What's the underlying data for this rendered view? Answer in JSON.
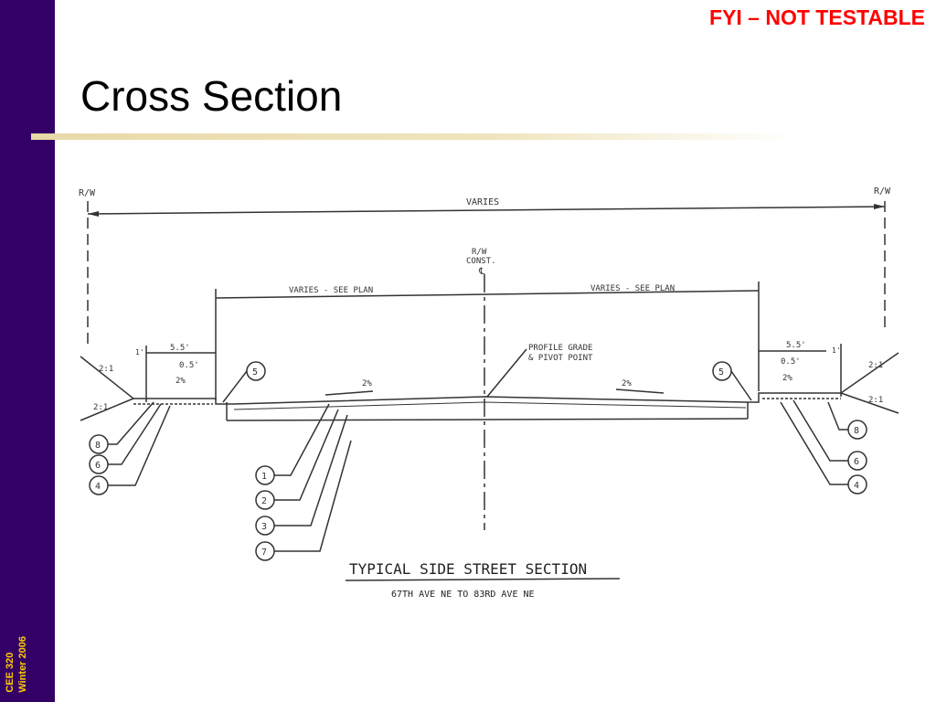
{
  "slide": {
    "tag": "FYI – NOT TESTABLE",
    "title": "Cross Section",
    "course_line1": "CEE 320",
    "course_line2": "Winter 2006"
  },
  "drawing": {
    "rw_left": "R/W",
    "rw_right": "R/W",
    "varies": "VARIES",
    "center_label_1": "R/W",
    "center_label_2": "CONST.",
    "center_label_3": "℄",
    "varies_see_plan_left": "VARIES - SEE PLAN",
    "varies_see_plan_right": "VARIES - SEE PLAN",
    "profile_grade_1": "PROFILE GRADE",
    "profile_grade_2": "& PIVOT POINT",
    "sidewalk_width": "5.5'",
    "offset": "0.5'",
    "buffer": "1'",
    "sidewalk_slope": "2%",
    "lane_slope": "2%",
    "side_slope": "2:1",
    "curb_callout": "5",
    "callouts_left": [
      "8",
      "6",
      "4"
    ],
    "callouts_right": [
      "8",
      "6",
      "4"
    ],
    "callouts_center": [
      "1",
      "2",
      "3",
      "7"
    ],
    "section_title": "TYPICAL SIDE STREET SECTION",
    "section_subtitle": "67TH AVE NE TO 83RD AVE NE"
  },
  "colors": {
    "sidebar": "#330066",
    "tag": "#ff0000",
    "course_text": "#ffcc00"
  }
}
